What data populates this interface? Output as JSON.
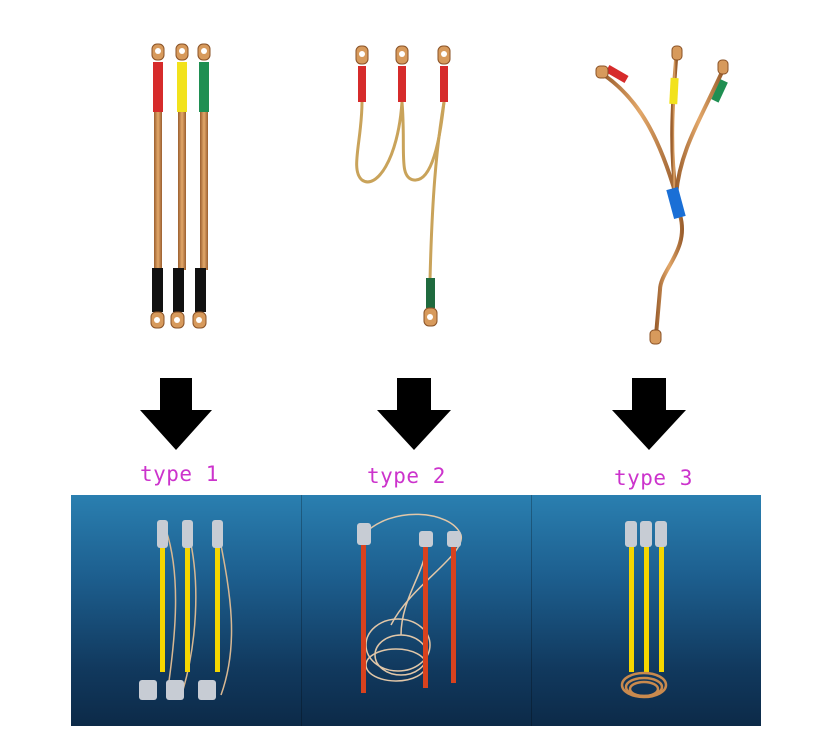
{
  "labels": {
    "type1": "type 1",
    "type2": "type 2",
    "type3": "type 3"
  },
  "colors": {
    "label": "#cc33cc",
    "arrow": "#000000",
    "copper": "#c98a4e",
    "red_sleeve": "#d62b2b",
    "yellow_sleeve": "#f2e21c",
    "green_sleeve": "#1f8f52",
    "black_sleeve": "#111111",
    "blue_sleeve": "#1a6fd6",
    "pole_yellow": "#f5d600",
    "pole_red": "#d8421e",
    "photo_background": "#1d5f8f"
  },
  "cables": [
    {
      "type": "type 1",
      "description_icon": "three-parallel-earthing-leads-icon"
    },
    {
      "type": "type 2",
      "description_icon": "looped-earthing-lead-icon"
    },
    {
      "type": "type 3",
      "description_icon": "branched-earthing-lead-icon"
    }
  ],
  "photos": [
    {
      "type": "type 1",
      "pole_color": "yellow",
      "icon": "earthing-rod-set-icon"
    },
    {
      "type": "type 2",
      "pole_color": "red",
      "icon": "earthing-rod-set-icon"
    },
    {
      "type": "type 3",
      "pole_color": "yellow",
      "icon": "earthing-rod-set-icon"
    }
  ]
}
